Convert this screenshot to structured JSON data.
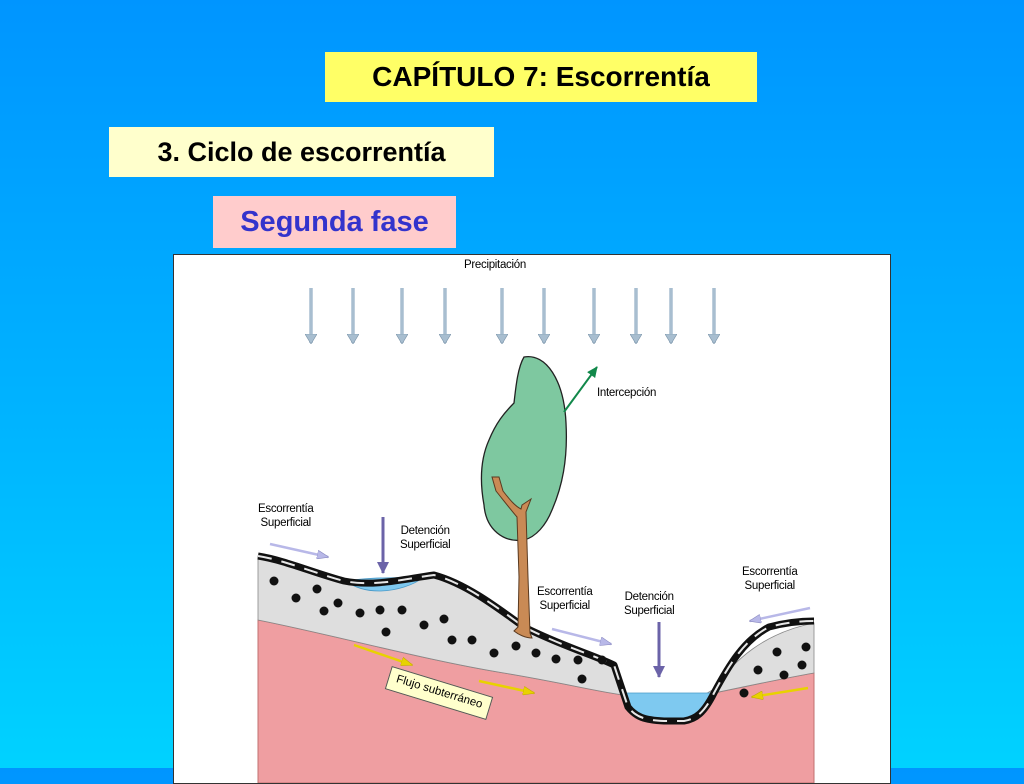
{
  "slide": {
    "chapter_title": "CAPÍTULO 7: Escorrentía",
    "section_title": "3. Ciclo de escorrentía",
    "phase_title": "Segunda fase"
  },
  "diagram": {
    "precipitation": "Precipitación",
    "interception": "Intercepción",
    "runoff_left": [
      "Escorrentía",
      "Superficial"
    ],
    "detention_left": [
      "Detención",
      "Superficial"
    ],
    "runoff_middle": [
      "Escorrentía",
      "Superficial"
    ],
    "detention_right": [
      "Detención",
      "Superficial"
    ],
    "runoff_right": [
      "Escorrentía",
      "Superficial"
    ],
    "subsurface_flow": "Flujo subterráneo",
    "colors": {
      "soil_gray": "#dedede",
      "subsoil_pink": "#ef9ea1",
      "water": "#7ec9f0",
      "tree_crown": "#7ec8a0",
      "trunk": "#c98a55",
      "rain_arrow": "#a8bed0",
      "runoff_arrow": "#b8b8e8",
      "detention_arrow": "#6b63a8",
      "interception_arrow": "#11884a",
      "subsurface_arrow": "#e8d200"
    }
  }
}
